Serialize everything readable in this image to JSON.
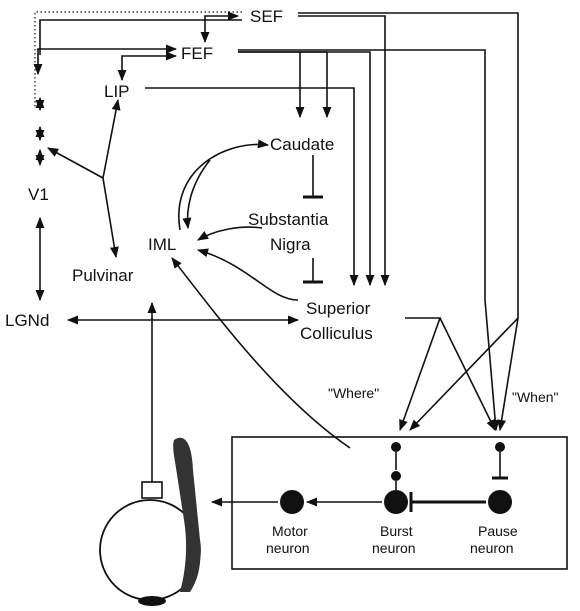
{
  "nodes": {
    "sef": "SEF",
    "fef": "FEF",
    "lip": "LIP",
    "caudate": "Caudate",
    "substantia_nigra_line1": "Substantia",
    "substantia_nigra_line2": "Nigra",
    "v1": "V1",
    "iml": "IML",
    "pulvinar": "Pulvinar",
    "lgnd": "LGNd",
    "superior_colliculus_line1": "Superior",
    "superior_colliculus_line2": "Colliculus"
  },
  "inputs": {
    "where": "\"Where\"",
    "when": "\"When\""
  },
  "brainstem": {
    "motor_neuron_line1": "Motor",
    "motor_neuron_line2": "neuron",
    "burst_neuron_line1": "Burst",
    "burst_neuron_line2": "neuron",
    "pause_neuron_line1": "Pause",
    "pause_neuron_line2": "neuron"
  },
  "colors": {
    "ink": "#111111",
    "background": "#ffffff",
    "muscle": "#333333"
  }
}
